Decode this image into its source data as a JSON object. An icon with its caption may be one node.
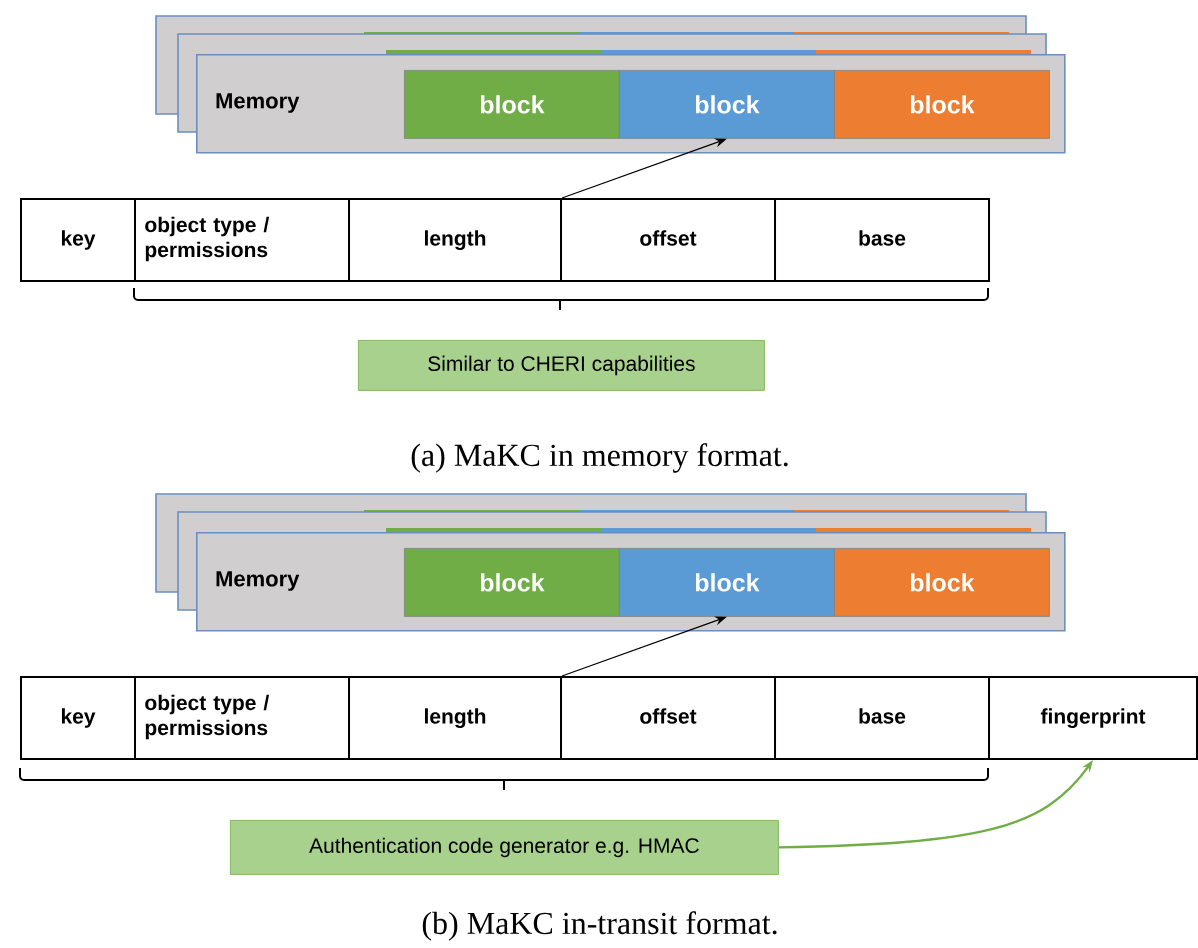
{
  "diagram": {
    "nodes": [
      {
        "text": [],
        "shape": "box"
      },
      {
        "text": [],
        "shape": "box"
      },
      {
        "text": [
          "Memory"
        ]
      },
      {
        "text": [
          "block"
        ],
        "in": 2
      },
      {
        "text": [
          "block"
        ],
        "in": 2
      },
      {
        "text": [
          "block"
        ],
        "in": 2
      },
      {
        "text": [
          "key"
        ]
      },
      {
        "text": [
          "object type / permissions"
        ]
      },
      {
        "text": [
          "length"
        ]
      },
      {
        "text": [
          "offset"
        ]
      },
      {
        "text": [
          "base"
        ]
      },
      {
        "text": [
          "Similar to CHERI capabilities"
        ]
      },
      {
        "text": [],
        "shape": "box"
      },
      {
        "text": [],
        "shape": "box"
      },
      {
        "text": [
          "Memory"
        ]
      },
      {
        "text": [
          "block"
        ],
        "in": 14
      },
      {
        "text": [
          "block"
        ],
        "in": 14
      },
      {
        "text": [
          "block"
        ],
        "in": 14
      },
      {
        "text": [
          "key"
        ]
      },
      {
        "text": [
          "object type / permissions"
        ]
      },
      {
        "text": [
          "length"
        ]
      },
      {
        "text": [
          "offset"
        ]
      },
      {
        "text": [
          "base"
        ]
      },
      {
        "text": [
          "fingerprint"
        ]
      },
      {
        "text": [
          "Authentication code generator e.g. HMAC"
        ]
      }
    ],
    "edges": [
      {
        "from": 8,
        "to": 4,
        "arrow": "to"
      },
      {
        "from": 20,
        "to": 16,
        "arrow": "to"
      },
      {
        "from": 24,
        "to": 23,
        "arrow": "to",
        "color": "#70ad47"
      }
    ],
    "labels": [
      "(a) MaKC in memory format.",
      "(b) MaKC in-transit format."
    ]
  }
}
